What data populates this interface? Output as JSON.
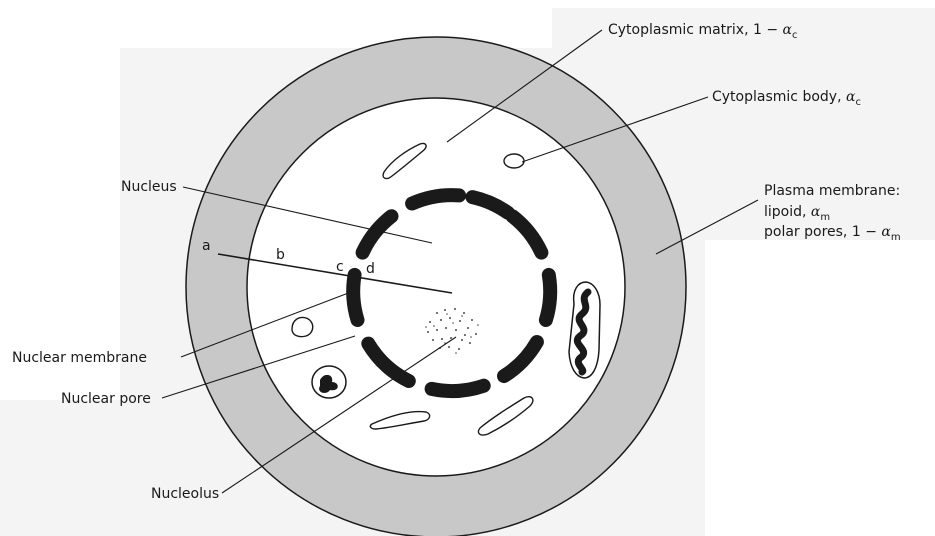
{
  "labels": {
    "cytoplasmic_matrix": {
      "text": "Cytoplasmic matrix, 1 − ",
      "symbol": "α",
      "subscript": "c"
    },
    "cytoplasmic_body": {
      "text": "Cytoplasmic body, ",
      "symbol": "α",
      "subscript": "c"
    },
    "plasma_membrane": {
      "line1": "Plasma membrane:",
      "line2_text": "lipoid, ",
      "line2_symbol": "α",
      "line2_subscript": "m",
      "line3_text": "polar pores, 1 − ",
      "line3_symbol": "α",
      "line3_subscript": "m"
    },
    "nucleus": "Nucleus",
    "nuclear_membrane": "Nuclear membrane",
    "nuclear_pore": "Nuclear pore",
    "nucleolus": "Nucleolus"
  },
  "points": {
    "a": "a",
    "b": "b",
    "c": "c",
    "d": "d"
  },
  "colors": {
    "background_panel": "#f4f4f4",
    "plasma_membrane_fill": "#c8c8c8",
    "ink": "#1a1a1a",
    "interior_fill": "#ffffff"
  }
}
